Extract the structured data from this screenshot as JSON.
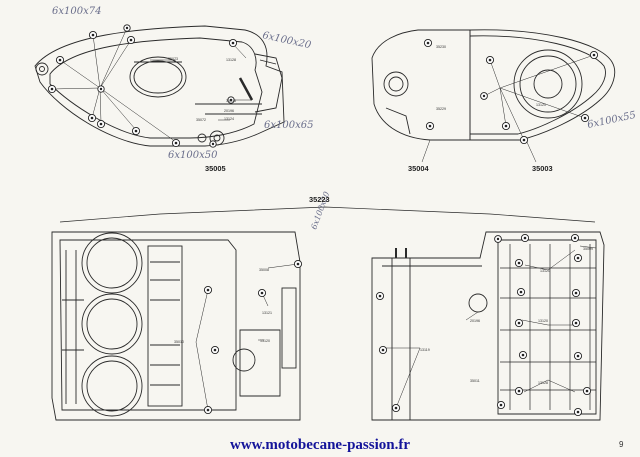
{
  "handwritten": {
    "hw1": "6x100x74",
    "hw2": "6x100x20",
    "hw3": "6x100x65",
    "hw4": "6x100x50",
    "hw5": "6x100x55",
    "hw6": "6x100x20"
  },
  "top_left_cover": {
    "ref": "35005",
    "parts": {
      "p1": "35073",
      "p2": "13128",
      "p3": "35013",
      "p4": "20196",
      "p5": "13124",
      "p6": "35072"
    }
  },
  "top_right_cover": {
    "ref_left": "35004",
    "ref_right": "35003",
    "parts": {
      "p1": "35230",
      "p2": "35229",
      "p3": "13120"
    }
  },
  "crankcase": {
    "group_ref": "35223",
    "left_parts": {
      "p1": "35008",
      "p2": "13121",
      "p3": "35010",
      "p4": "13120"
    },
    "right_parts": {
      "p1": "35009",
      "p2": "13120",
      "p3": "20196",
      "p4": "13119",
      "p5": "13120",
      "p6": "35011",
      "p7": "13128"
    }
  },
  "footer": {
    "url": "www.motobecane-passion.fr",
    "page_number": "9"
  }
}
